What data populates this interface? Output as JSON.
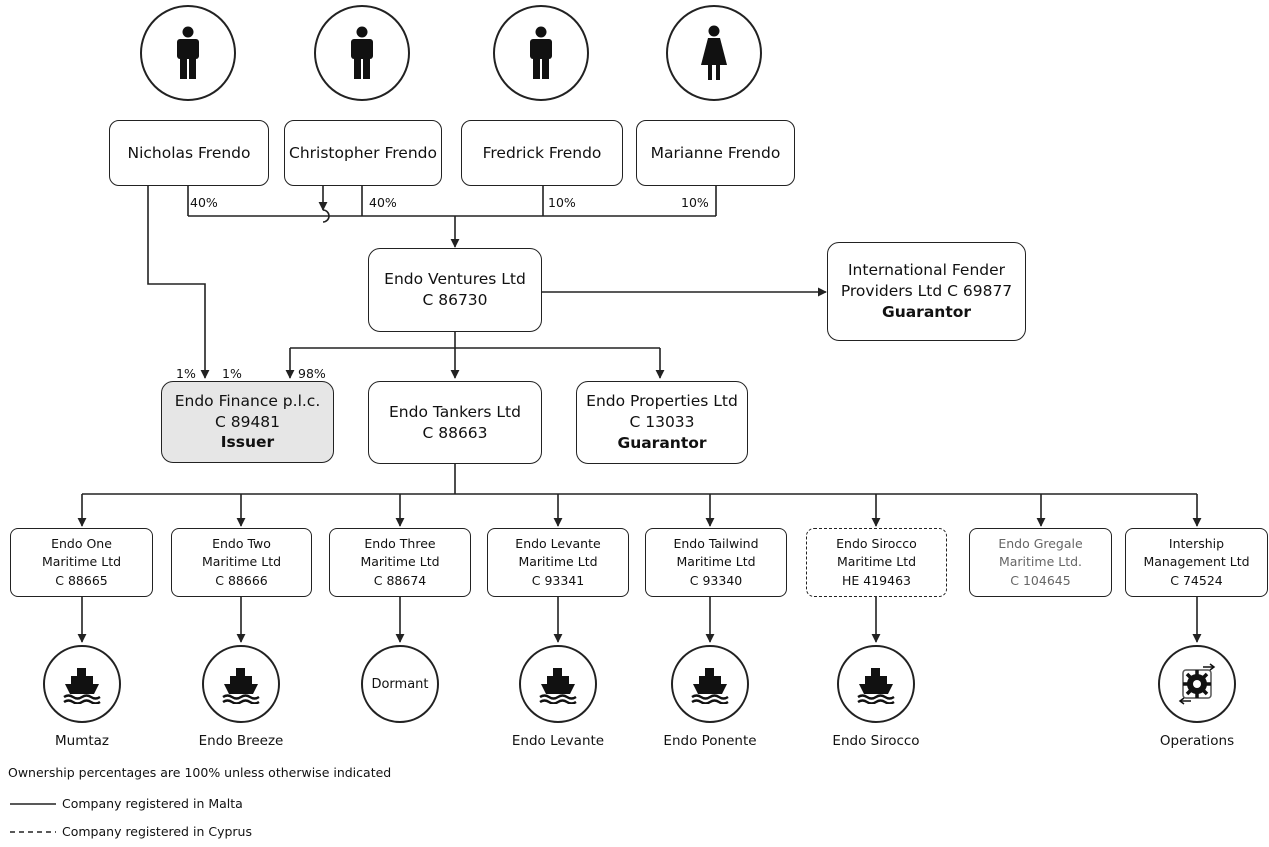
{
  "shareholders": [
    {
      "name": "Nicholas Frendo",
      "icon": "man-icon",
      "pct": "40%"
    },
    {
      "name": "Christopher Frendo",
      "icon": "man-icon",
      "pct": "40%"
    },
    {
      "name": "Fredrick Frendo",
      "icon": "man-icon",
      "pct": "10%"
    },
    {
      "name": "Marianne Frendo",
      "icon": "woman-icon",
      "pct": "10%"
    }
  ],
  "issuer_pcts": {
    "nicholas": "1%",
    "christopher": "1%",
    "ventures": "98%"
  },
  "ventures": {
    "line1": "Endo Ventures Ltd",
    "line2": "C 86730"
  },
  "ifp": {
    "line1": "International Fender",
    "line2": "Providers Ltd C 69877",
    "role": "Guarantor"
  },
  "finance": {
    "line1": "Endo Finance p.l.c.",
    "line2": "C 89481",
    "role": "Issuer"
  },
  "tankers": {
    "line1": "Endo Tankers Ltd",
    "line2": "C 88663"
  },
  "properties": {
    "line1": "Endo Properties Ltd",
    "line2": "C 13033",
    "role": "Guarantor"
  },
  "subsidiaries": [
    {
      "line1": "Endo One",
      "line2": "Maritime Ltd",
      "line3": "C 88665",
      "asset": "Mumtaz",
      "asset_icon": "ship-icon"
    },
    {
      "line1": "Endo Two",
      "line2": "Maritime Ltd",
      "line3": "C 88666",
      "asset": "Endo Breeze",
      "asset_icon": "ship-icon"
    },
    {
      "line1": "Endo Three",
      "line2": "Maritime Ltd",
      "line3": "C 88674",
      "asset": "Dormant",
      "asset_icon": ""
    },
    {
      "line1": "Endo Levante",
      "line2": "Maritime Ltd",
      "line3": "C 93341",
      "asset": "Endo Levante",
      "asset_icon": "ship-icon"
    },
    {
      "line1": "Endo Tailwind",
      "line2": "Maritime Ltd",
      "line3": "C 93340",
      "asset": "Endo Ponente",
      "asset_icon": "ship-icon"
    },
    {
      "line1": "Endo Sirocco",
      "line2": "Maritime Ltd",
      "line3": "HE 419463",
      "asset": "Endo Sirocco",
      "asset_icon": "ship-icon"
    },
    {
      "line1": "Endo Gregale",
      "line2": "Maritime Ltd.",
      "line3": "C 104645",
      "asset": "",
      "asset_icon": ""
    },
    {
      "line1": "Intership",
      "line2": "Management Ltd",
      "line3": "C 74524",
      "asset": "Operations",
      "asset_icon": "gear-cycle-icon"
    }
  ],
  "legend": {
    "note": "Ownership percentages are 100% unless otherwise indicated",
    "malta": "Company registered in Malta",
    "cyprus": "Company registered in Cyprus"
  },
  "colors": {
    "line": "#222222",
    "issuer_fill": "#e6e6e6",
    "grey_text": "#666666"
  }
}
